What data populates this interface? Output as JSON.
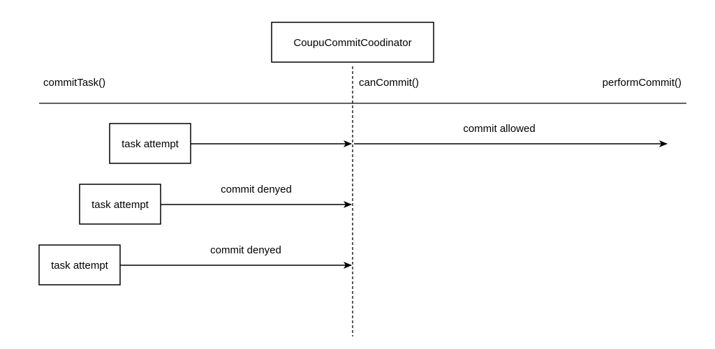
{
  "coordinator": {
    "label": "CoupuCommitCoodinator"
  },
  "headers": {
    "commit_task": "commitTask()",
    "can_commit": "canCommit()",
    "perform_commit": "performCommit()"
  },
  "attempts": [
    {
      "label": "task attempt",
      "message": "commit allowed"
    },
    {
      "label": "task attempt",
      "message": "commit denyed"
    },
    {
      "label": "task attempt",
      "message": "commit denyed"
    }
  ],
  "colors": {
    "stroke": "#000000",
    "background": "#ffffff"
  }
}
